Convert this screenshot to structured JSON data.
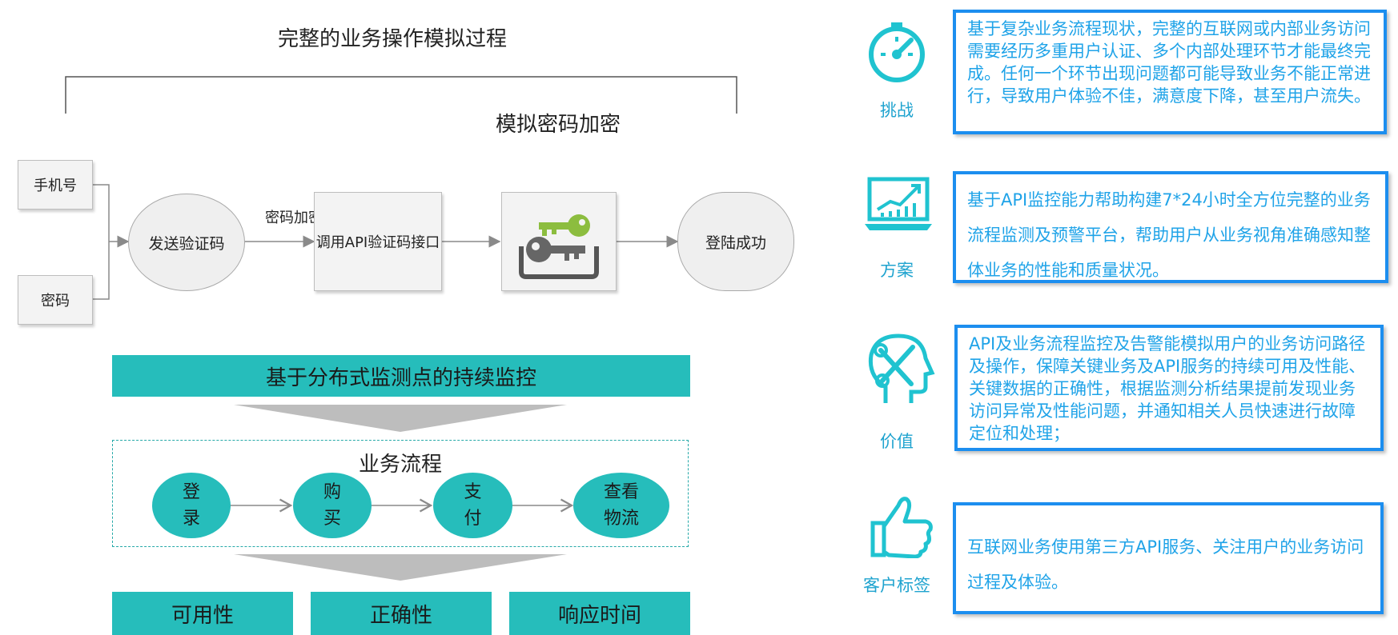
{
  "flow": {
    "title": "完整的业务操作模拟过程",
    "input_phone": "手机号",
    "input_password": "密码",
    "send_code": "发送验证码",
    "edge_label": "密码加密",
    "call_api": "调用API验证码接口",
    "simulate_label": "模拟密码加密",
    "login_success": "登陆成功"
  },
  "monitoring": {
    "banner": "基于分布式监测点的持续监控",
    "process_title": "业务流程",
    "steps": [
      {
        "line1": "登",
        "line2": "录"
      },
      {
        "line1": "购",
        "line2": "买"
      },
      {
        "line1": "支",
        "line2": "付"
      },
      {
        "line1": "查看",
        "line2": "物流"
      }
    ],
    "metrics": [
      "可用性",
      "正确性",
      "响应时间"
    ]
  },
  "panels": [
    {
      "icon": "speedometer-icon",
      "label": "挑战",
      "text": "基于复杂业务流程现状，完整的互联网或内部业务访问需要经历多重用户认证、多个内部处理环节才能最终完成。任何一个环节出现问题都可能导致业务不能正常进行，导致用户体验不佳，满意度下降，甚至用户流失。"
    },
    {
      "icon": "laptop-chart-icon",
      "label": "方案",
      "text": "基于API监控能力帮助构建7*24小时全方位完整的业务流程监测及预警平台，帮助用户从业务视角准确感知整体业务的性能和质量状况。"
    },
    {
      "icon": "head-tools-icon",
      "label": "价值",
      "text": "API及业务流程监控及告警能模拟用户的业务访问路径及操作，保障关键业务及API服务的持续可用及性能、关键数据的正确性，根据监测分析结果提前发现业务访问异常及性能问题，并通知相关人员快速进行故障定位和处理；"
    },
    {
      "icon": "thumbs-up-icon",
      "label": "客户标签",
      "text": "互联网业务使用第三方API服务、关注用户的业务访问过程及体验。"
    }
  ],
  "colors": {
    "teal": "#26bdbb",
    "blue_border": "#1c8eef",
    "blue_text": "#1fa3e8",
    "icon_cyan": "#20c3d0"
  }
}
